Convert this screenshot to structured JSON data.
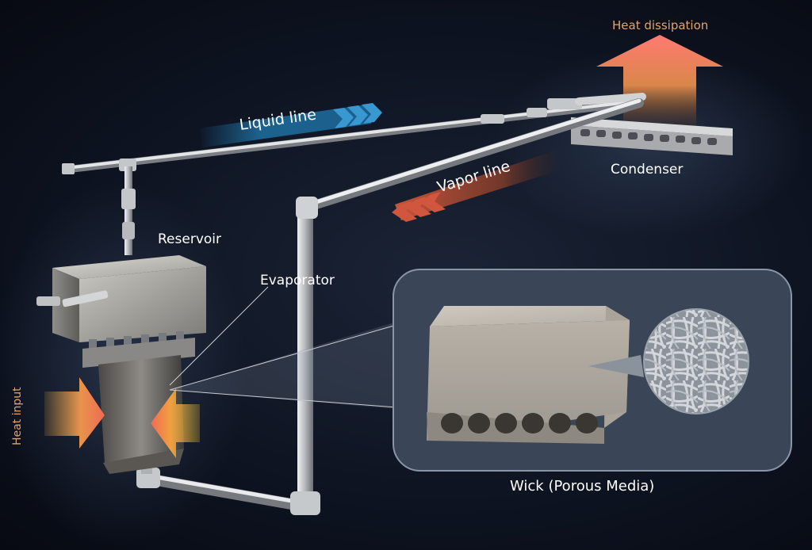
{
  "labels": {
    "heat_dissipation": "Heat dissipation",
    "liquid_line": "Liquid line",
    "vapor_line": "Vapor line",
    "condenser": "Condenser",
    "reservoir": "Reservoir",
    "evaporator": "Evaporator",
    "heat_input": "Heat input",
    "wick": "Wick (Porous Media)"
  },
  "colors": {
    "liquid": "#1f6fa0",
    "vapor": "#c8553a",
    "heat": "#e3a56c",
    "pipe": "#c9ccd0",
    "inset_panel": "#3a4658"
  }
}
